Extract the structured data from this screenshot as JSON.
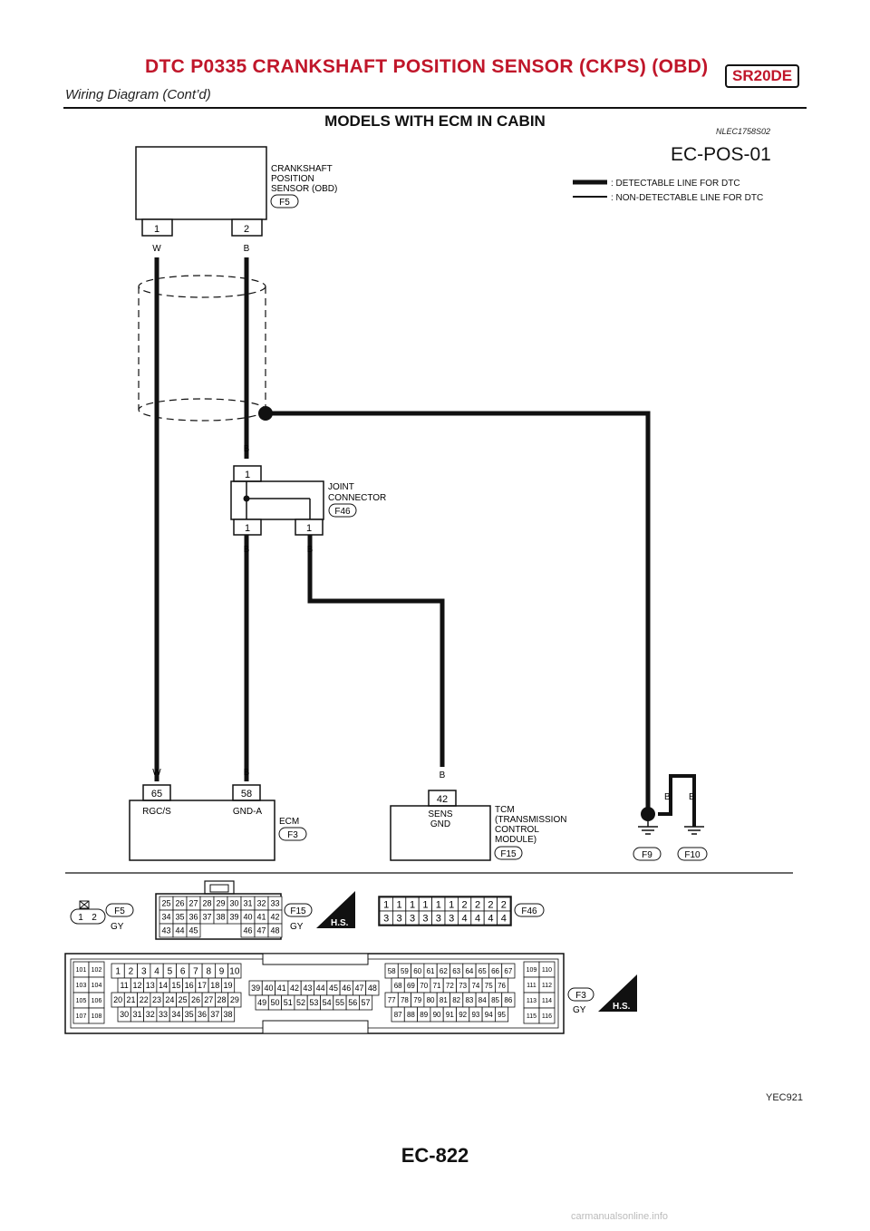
{
  "header": {
    "title": "DTC P0335 CRANKSHAFT POSITION SENSOR (CKPS) (OBD)",
    "badge": "SR20DE",
    "subtitle": "Wiring Diagram (Cont’d)"
  },
  "section": {
    "title": "MODELS WITH ECM IN CABIN",
    "code": "NLEC1758S02",
    "diagram_id": "EC-POS-01"
  },
  "legend": {
    "detectable": ": DETECTABLE LINE FOR DTC",
    "non_detectable": ": NON-DETECTABLE LINE FOR DTC"
  },
  "sensor": {
    "label_1": "CRANKSHAFT",
    "label_2": "POSITION",
    "label_3": "SENSOR (OBD)",
    "connector": "F5",
    "pin_1": "1",
    "pin_2": "2",
    "wire_1": "W",
    "wire_2": "B"
  },
  "joint": {
    "label_1": "JOINT",
    "label_2": "CONNECTOR",
    "connector": "F46",
    "pin_top": "1",
    "pin_bl": "1",
    "pin_br": "1",
    "wire_top": "B",
    "wire_bl": "B",
    "wire_br": "B"
  },
  "ecm": {
    "label": "ECM",
    "connector": "F3",
    "pin_a": "65",
    "pin_b": "58",
    "term_a": "RGC/S",
    "term_b": "GND-A",
    "wire_a": "W",
    "wire_b": "B"
  },
  "tcm": {
    "label_1": "TCM",
    "label_2": "(TRANSMISSION",
    "label_3": "CONTROL",
    "label_4": "MODULE)",
    "connector": "F15",
    "pin": "42",
    "term_1": "SENS",
    "term_2": "GND",
    "wire": "B"
  },
  "grounds": {
    "g1": "F9",
    "g2": "F10",
    "wire_1": "B",
    "wire_2": "B"
  },
  "connectors": {
    "f5": {
      "pins": [
        "1",
        "2"
      ],
      "id": "F5",
      "color": "GY"
    },
    "f15": {
      "id": "F15",
      "color": "GY",
      "badge": "H.S.",
      "rows": [
        [
          "25",
          "26",
          "27",
          "28",
          "29",
          "30",
          "31",
          "32",
          "33"
        ],
        [
          "34",
          "35",
          "36",
          "37",
          "38",
          "39",
          "40",
          "41",
          "42"
        ],
        [
          "43",
          "44",
          "45",
          "46",
          "47",
          "48"
        ]
      ]
    },
    "f46": {
      "id": "F46",
      "rows": [
        [
          "1",
          "1",
          "1",
          "1",
          "1",
          "1",
          "2",
          "2",
          "2",
          "2"
        ],
        [
          "3",
          "3",
          "3",
          "3",
          "3",
          "3",
          "4",
          "4",
          "4",
          "4"
        ]
      ]
    },
    "f3": {
      "id": "F3",
      "color": "GY",
      "badge": "H.S.",
      "left_col": [
        [
          "101",
          "102"
        ],
        [
          "103",
          "104"
        ],
        [
          "105",
          "106"
        ],
        [
          "107",
          "108"
        ]
      ],
      "a_rows": [
        [
          "1",
          "2",
          "3",
          "4",
          "5",
          "6",
          "7",
          "8",
          "9",
          "10"
        ],
        [
          "11",
          "12",
          "13",
          "14",
          "15",
          "16",
          "17",
          "18",
          "19"
        ],
        [
          "20",
          "21",
          "22",
          "23",
          "24",
          "25",
          "26",
          "27",
          "28",
          "29"
        ],
        [
          "30",
          "31",
          "32",
          "33",
          "34",
          "35",
          "36",
          "37",
          "38"
        ]
      ],
      "b_rows": [
        [
          "39",
          "40",
          "41",
          "42",
          "43",
          "44",
          "45",
          "46",
          "47",
          "48"
        ],
        [
          "49",
          "50",
          "51",
          "52",
          "53",
          "54",
          "55",
          "56",
          "57"
        ]
      ],
      "c_rows": [
        [
          "58",
          "59",
          "60",
          "61",
          "62",
          "63",
          "64",
          "65",
          "66",
          "67"
        ],
        [
          "68",
          "69",
          "70",
          "71",
          "72",
          "73",
          "74",
          "75",
          "76"
        ],
        [
          "77",
          "78",
          "79",
          "80",
          "81",
          "82",
          "83",
          "84",
          "85",
          "86"
        ],
        [
          "87",
          "88",
          "89",
          "90",
          "91",
          "92",
          "93",
          "94",
          "95"
        ]
      ],
      "right_col": [
        [
          "109",
          "110"
        ],
        [
          "111",
          "112"
        ],
        [
          "113",
          "114"
        ],
        [
          "115",
          "116"
        ]
      ]
    }
  },
  "footer": {
    "ref": "YEC921",
    "page": "EC-822",
    "watermark": "carmanualsonline.info"
  }
}
